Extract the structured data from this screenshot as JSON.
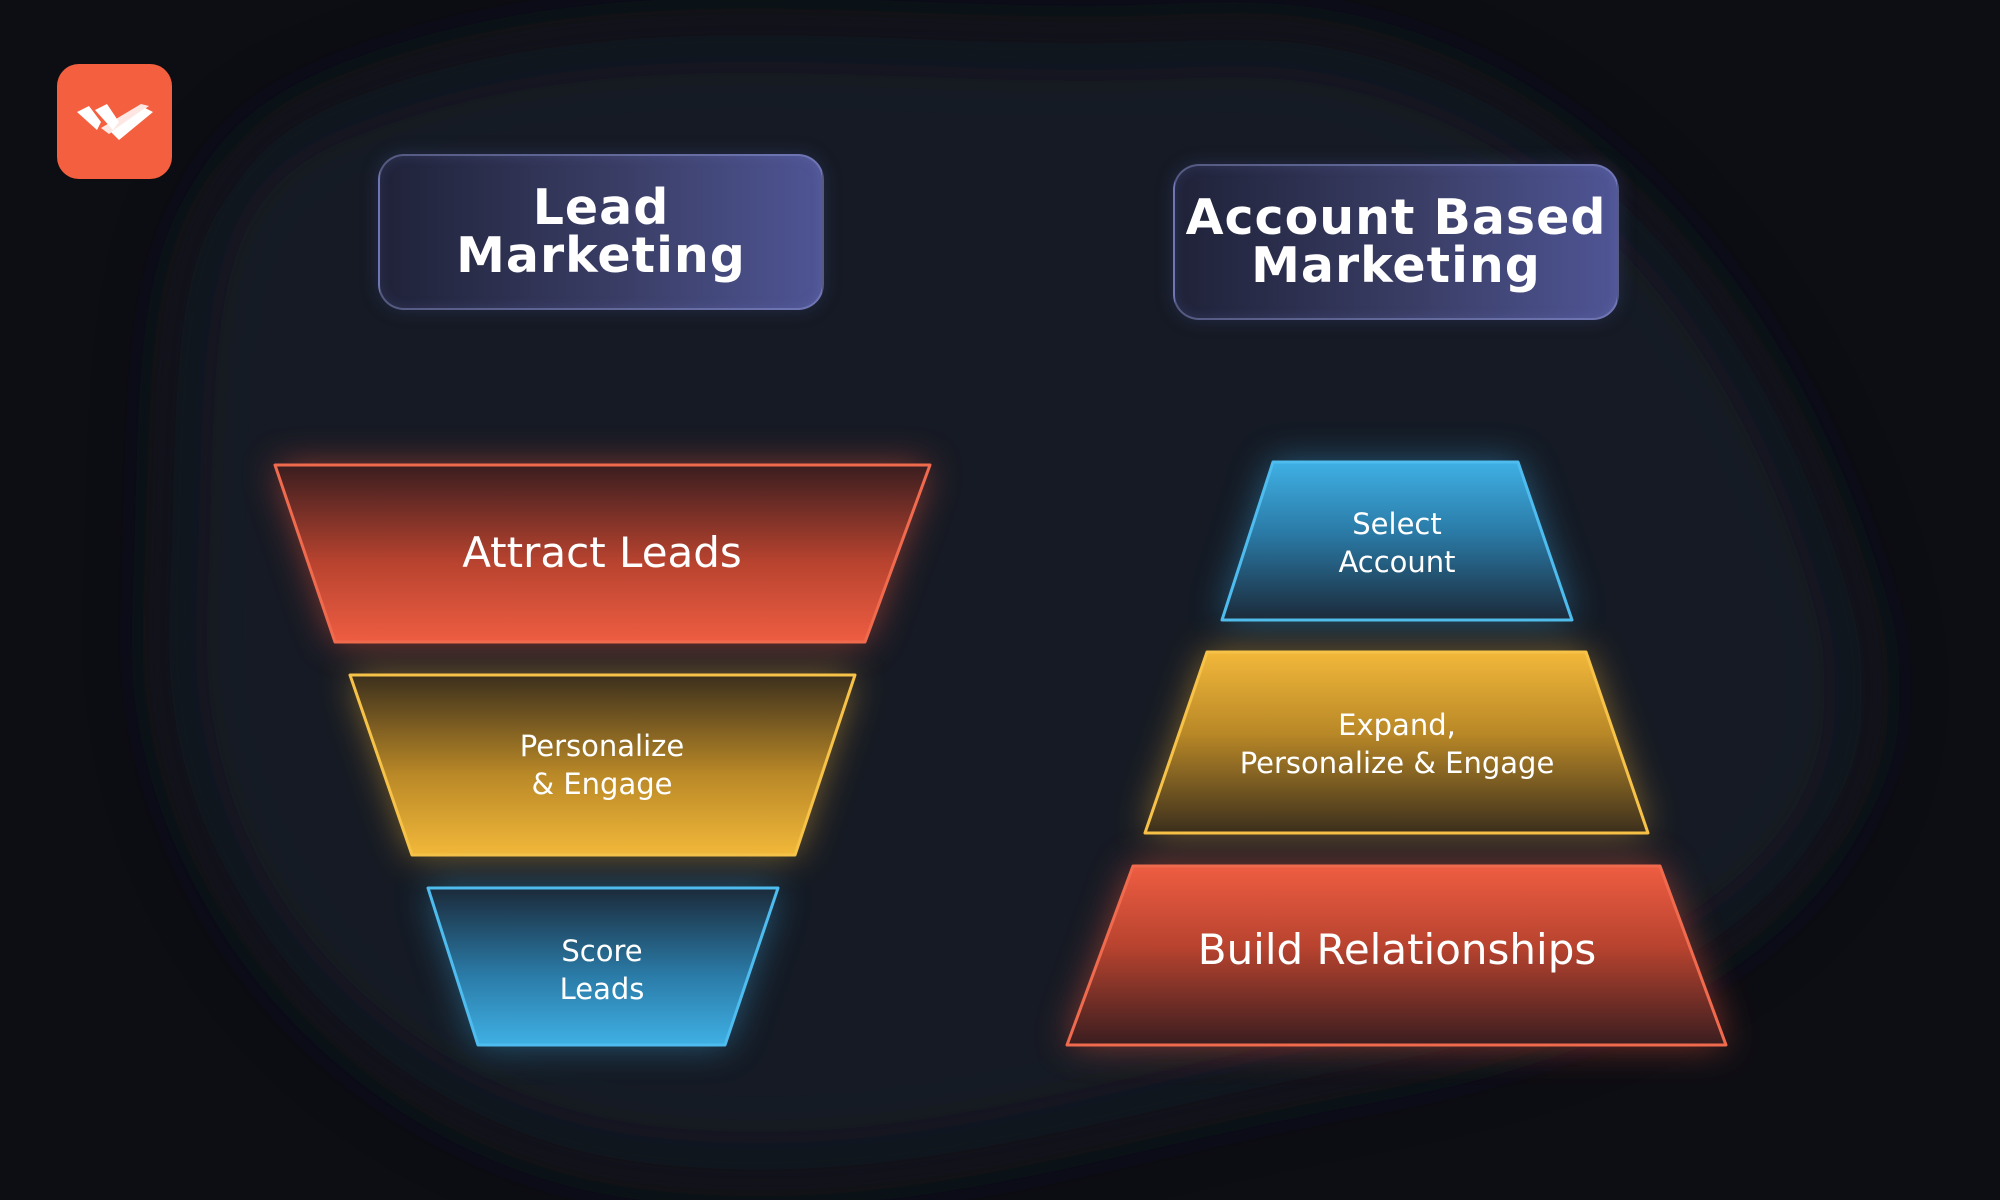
{
  "left_column": {
    "title_line1": "Lead",
    "title_line2": "Marketing",
    "stages": [
      {
        "line1": "Attract Leads",
        "line2": "",
        "color": "#e85a3e"
      },
      {
        "line1": "Personalize",
        "line2": "& Engage",
        "color": "#f0b43a"
      },
      {
        "line1": "Score",
        "line2": "Leads",
        "color": "#3aa9dc"
      }
    ]
  },
  "right_column": {
    "title_line1": "Account Based",
    "title_line2": "Marketing",
    "stages": [
      {
        "line1": "Select",
        "line2": "Account",
        "color": "#3aa9dc"
      },
      {
        "line1": "Expand,",
        "line2": "Personalize & Engage",
        "color": "#f0b43a"
      },
      {
        "line1": "Build Relationships",
        "line2": "",
        "color": "#e85a3e"
      }
    ]
  },
  "logo": {
    "icon": "brand-logo-icon",
    "color": "#f4603f"
  }
}
